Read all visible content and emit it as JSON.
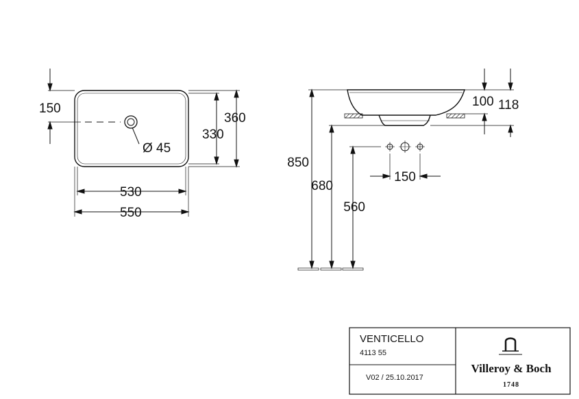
{
  "dimensions": {
    "top_view": {
      "offset_150": "150",
      "depth_360": "360",
      "depth_330": "330",
      "width_530": "530",
      "width_550": "550",
      "drain": "Ø 45"
    },
    "side_view": {
      "height_100": "100",
      "height_118": "118",
      "height_850": "850",
      "height_680": "680",
      "height_560": "560",
      "spacing_150": "150"
    }
  },
  "title_block": {
    "product_name": "VENTICELLO",
    "article_number": "4113 55",
    "version": "V02 / 25.10.2017",
    "brand": "Villeroy & Boch",
    "brand_year": "1748"
  }
}
